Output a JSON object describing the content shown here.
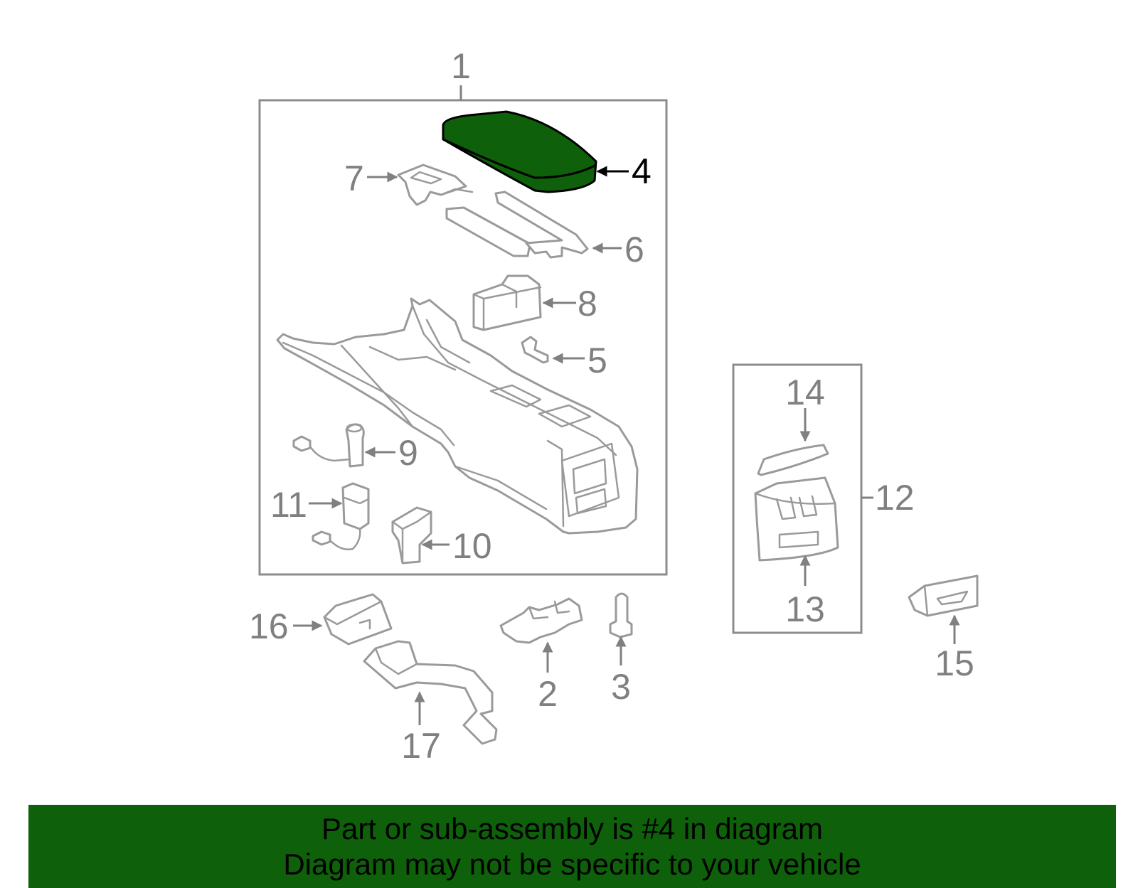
{
  "diagram": {
    "highlight_part": "4",
    "highlight_color": "#0f600a",
    "callouts": {
      "c1": "1",
      "c2": "2",
      "c3": "3",
      "c4": "4",
      "c5": "5",
      "c6": "6",
      "c7": "7",
      "c8": "8",
      "c9": "9",
      "c10": "10",
      "c11": "11",
      "c12": "12",
      "c13": "13",
      "c14": "14",
      "c15": "15",
      "c16": "16",
      "c17": "17"
    }
  },
  "banner": {
    "line1": "Part or sub-assembly is #4 in diagram",
    "line2": "Diagram may not be specific to your vehicle",
    "background": "#0f600a",
    "text_color": "#000000"
  }
}
